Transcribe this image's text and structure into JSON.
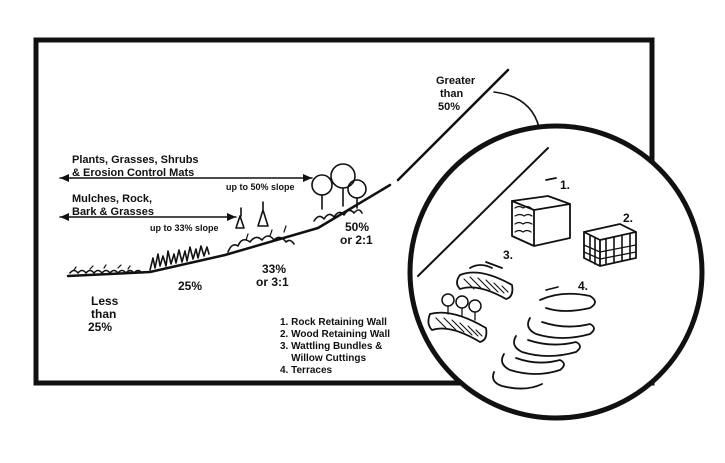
{
  "labels": {
    "plants": [
      "Plants, Grasses, Shrubs",
      "& Erosion Control Mats"
    ],
    "plants_range": "up to 50% slope",
    "mulches": [
      "Mulches, Rock,",
      "Bark & Grasses"
    ],
    "mulches_range": "up to 33% slope",
    "greater": [
      "Greater",
      "than",
      "50%"
    ],
    "less": [
      "Less",
      "than",
      "25%"
    ],
    "p25": "25%",
    "p33": [
      "33%",
      "or 3:1"
    ],
    "p50": [
      "50%",
      "or 2:1"
    ]
  },
  "inset_numbers": [
    "1.",
    "2.",
    "3.",
    "4."
  ],
  "legend": [
    "1. Rock Retaining Wall",
    "2. Wood Retaining Wall",
    "3. Wattling Bundles &",
    "    Willow Cuttings",
    "4. Terraces"
  ],
  "colors": {
    "ink": "#111111",
    "paper": "#ffffff"
  }
}
